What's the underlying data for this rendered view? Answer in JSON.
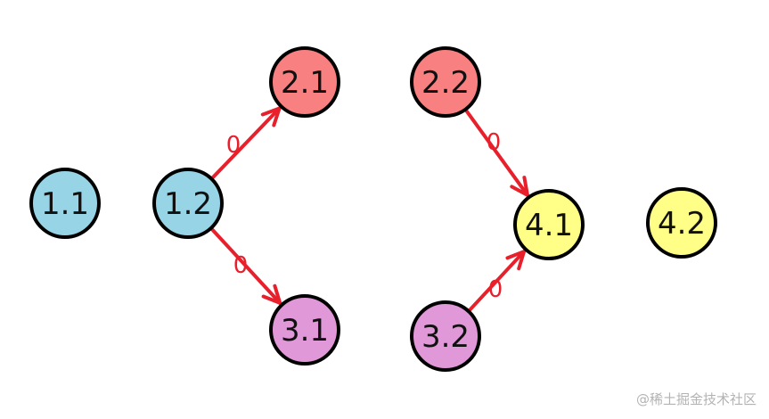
{
  "nodes": [
    {
      "id": "1.1",
      "label": "1.1",
      "color": "#96d4e6"
    },
    {
      "id": "1.2",
      "label": "1.2",
      "color": "#96d4e6"
    },
    {
      "id": "2.1",
      "label": "2.1",
      "color": "#f88080"
    },
    {
      "id": "2.2",
      "label": "2.2",
      "color": "#f88080"
    },
    {
      "id": "3.1",
      "label": "3.1",
      "color": "#e098d8"
    },
    {
      "id": "3.2",
      "label": "3.2",
      "color": "#e098d8"
    },
    {
      "id": "4.1",
      "label": "4.1",
      "color": "#ffff88"
    },
    {
      "id": "4.2",
      "label": "4.2",
      "color": "#ffff88"
    }
  ],
  "edges": [
    {
      "from": "1.2",
      "to": "2.1",
      "label": "0"
    },
    {
      "from": "1.2",
      "to": "3.1",
      "label": "0"
    },
    {
      "from": "2.2",
      "to": "4.1",
      "label": "0"
    },
    {
      "from": "3.2",
      "to": "4.1",
      "label": "0"
    }
  ],
  "colors": {
    "edge": "#e8202c",
    "outline": "#000000"
  },
  "watermark": "@稀土掘金技术社区"
}
